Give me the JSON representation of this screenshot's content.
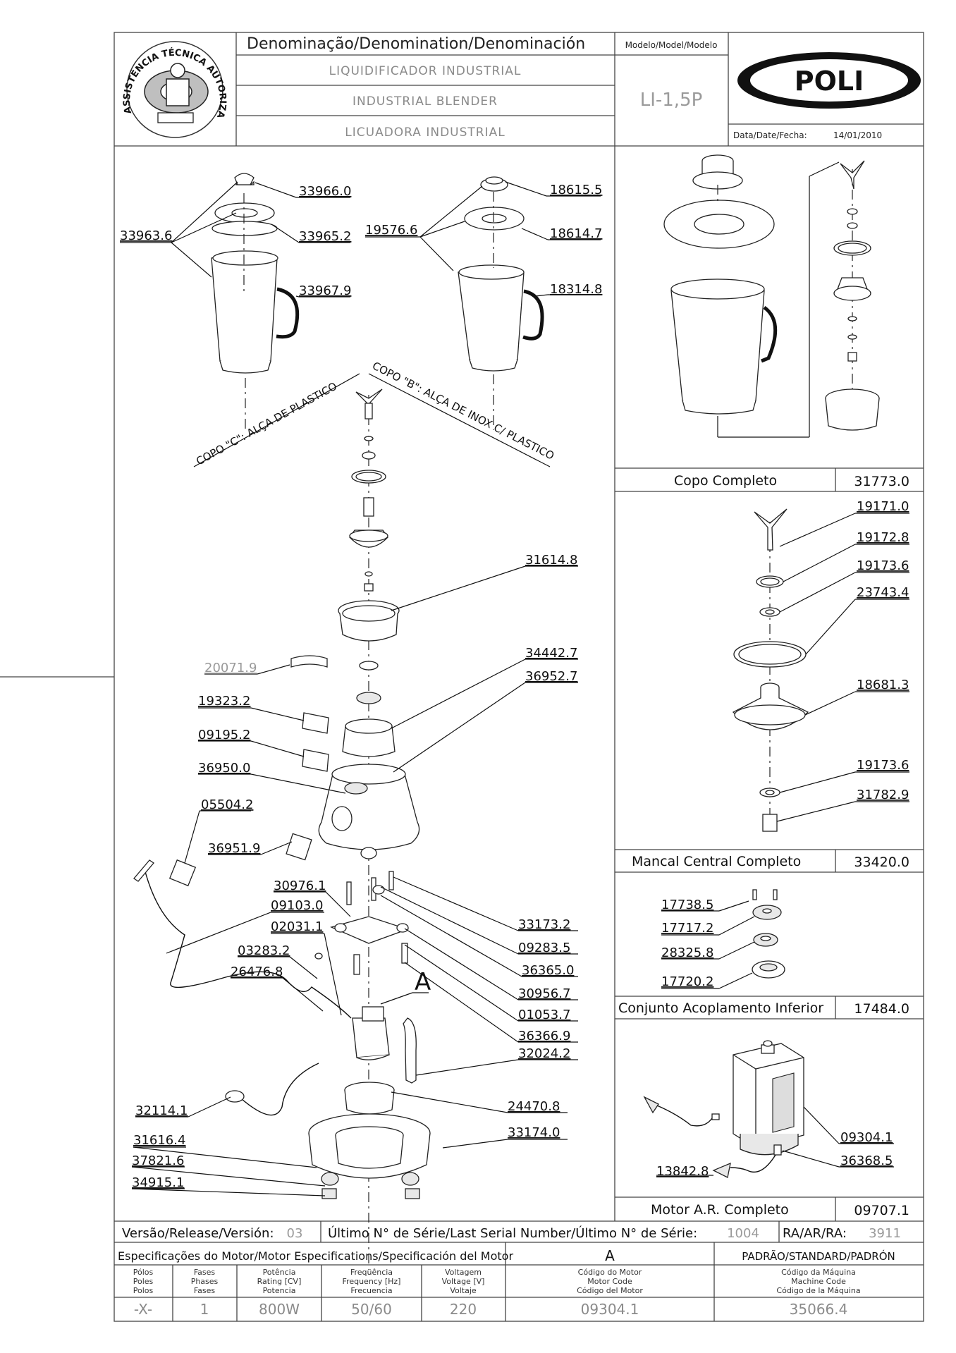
{
  "header": {
    "denomination_title": "Denominação/Denomination/Denominación",
    "name_pt": "LIQUIDIFICADOR INDUSTRIAL",
    "name_en": "INDUSTRIAL BLENDER",
    "name_es": "LICUADORA INDUSTRIAL",
    "model_title": "Modelo/Model/Modelo",
    "model_value": "LI-1,5P",
    "brand": "POLI",
    "date_label": "Data/Date/Fecha:",
    "date_value": "14/01/2010",
    "seal_text": "ASSISTÊNCIA TÉCNICA AUTORIZADA"
  },
  "diagram": {
    "copo_c_label": "COPO \"C\": ALÇA DE PLASTICO",
    "copo_b_label": "COPO \"B\": ALÇA DE INOX C/ PLASTICO",
    "detail_a": "A",
    "parts": [
      "33966.0",
      "33963.6",
      "33965.2",
      "33967.9",
      "18615.5",
      "19576.6",
      "18614.7",
      "18314.8",
      "31614.8",
      "20071.9",
      "34442.7",
      "36952.7",
      "19323.2",
      "09195.2",
      "36950.0",
      "05504.2",
      "36951.9",
      "30976.1",
      "09103.0",
      "02031.1",
      "03283.2",
      "26476.8",
      "33173.2",
      "09283.5",
      "36365.0",
      "30956.7",
      "01053.7",
      "36366.9",
      "32024.2",
      "32114.1",
      "24470.8",
      "33174.0",
      "31616.4",
      "37821.6",
      "34915.1"
    ]
  },
  "assemblies": [
    {
      "name": "Copo Completo",
      "code": "31773.0",
      "parts": []
    },
    {
      "name": "Mancal Central Completo",
      "code": "33420.0",
      "parts": [
        "19171.0",
        "19172.8",
        "19173.6",
        "23743.4",
        "18681.3",
        "19173.6",
        "31782.9"
      ]
    },
    {
      "name": "Conjunto Acoplamento Inferior",
      "code": "17484.0",
      "parts": [
        "17738.5",
        "17717.2",
        "28325.8",
        "17720.2"
      ]
    },
    {
      "name": "Motor A.R. Completo",
      "code": "09707.1",
      "parts": [
        "09304.1",
        "36368.5",
        "13842.8"
      ]
    }
  ],
  "release_row": {
    "version_label": "Versão/Release/Versión:",
    "version_value": "03",
    "serial_label": "Último N° de Série/Last Serial Number/Último N° de Série:",
    "serial_value": "1004",
    "ra_label": "RA/AR/RA:",
    "ra_value": "3911"
  },
  "motor_spec": {
    "title": "Especificações do Motor/Motor Especifications/Specificación del Motor",
    "motor_letter": "A",
    "standard": "PADRÃO/STANDARD/PADRÓN",
    "columns": [
      {
        "label": [
          "Pólos",
          "Poles",
          "Polos"
        ],
        "value": "-X-"
      },
      {
        "label": [
          "Fases",
          "Phases",
          "Fases"
        ],
        "value": "1"
      },
      {
        "label": [
          "Potência",
          "Rating [CV]",
          "Potencia"
        ],
        "value": "800W"
      },
      {
        "label": [
          "Freqüência",
          "Frequency [Hz]",
          "Frecuencia"
        ],
        "value": "50/60"
      },
      {
        "label": [
          "Voltagem",
          "Voltage [V]",
          "Voltaje"
        ],
        "value": "220"
      },
      {
        "label": [
          "Código do Motor",
          "Motor Code",
          "Código del Motor"
        ],
        "value": "09304.1"
      },
      {
        "label": [
          "Código da Máquina",
          "Machine Code",
          "Código de la Máquina"
        ],
        "value": "35066.4"
      }
    ]
  }
}
